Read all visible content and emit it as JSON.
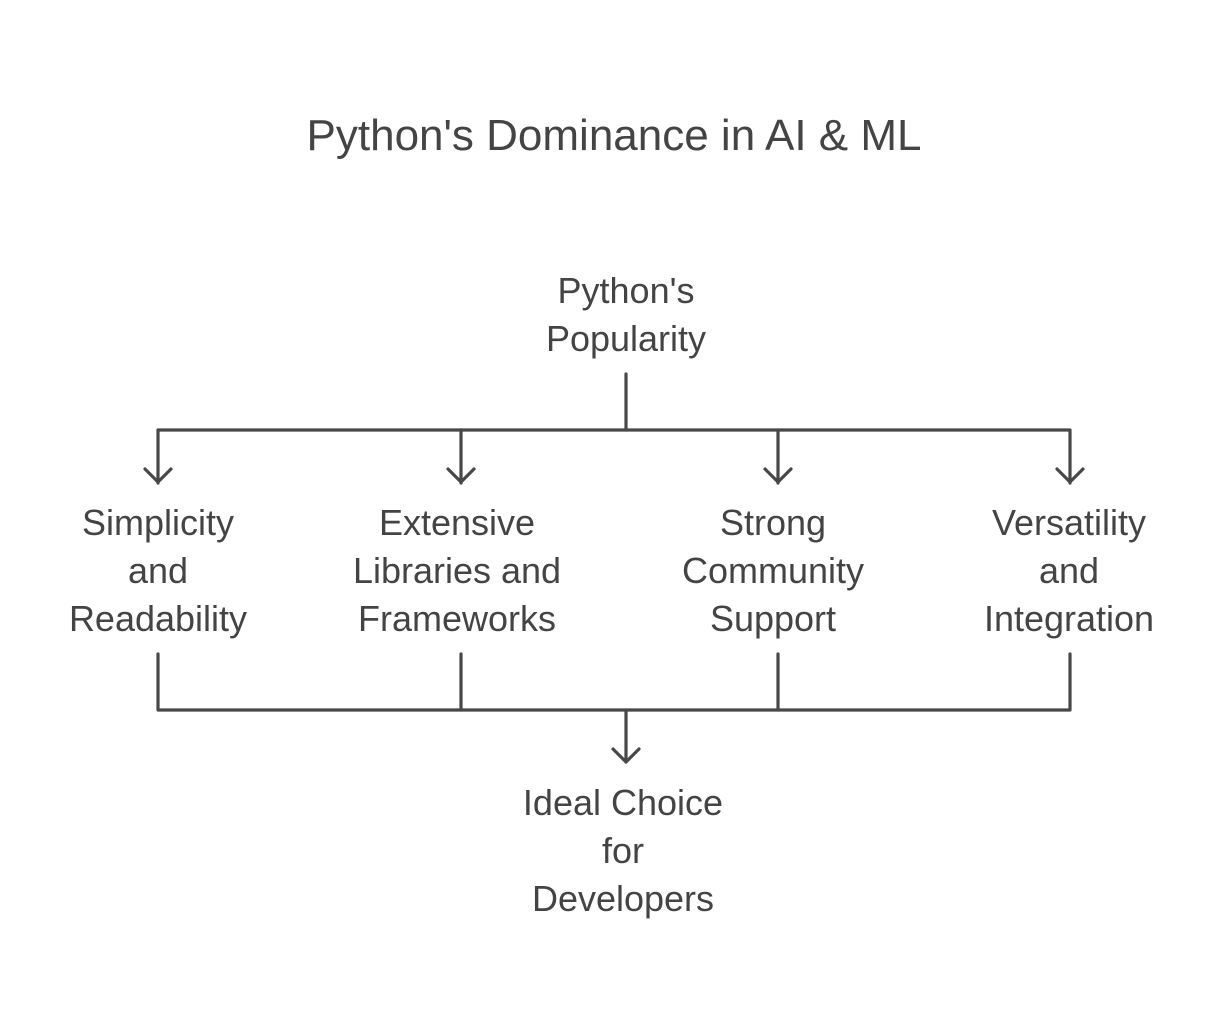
{
  "title": "Python's Dominance in AI & ML",
  "root": [
    "Python's",
    "Popularity"
  ],
  "factors": [
    [
      "Simplicity",
      "and",
      "Readability"
    ],
    [
      "Extensive",
      "Libraries and",
      "Frameworks"
    ],
    [
      "Strong",
      "Community",
      "Support"
    ],
    [
      "Versatility",
      "and",
      "Integration"
    ]
  ],
  "outcome": [
    "Ideal Choice",
    "for",
    "Developers"
  ],
  "colors": {
    "line": "#484848",
    "text": "#444444"
  }
}
